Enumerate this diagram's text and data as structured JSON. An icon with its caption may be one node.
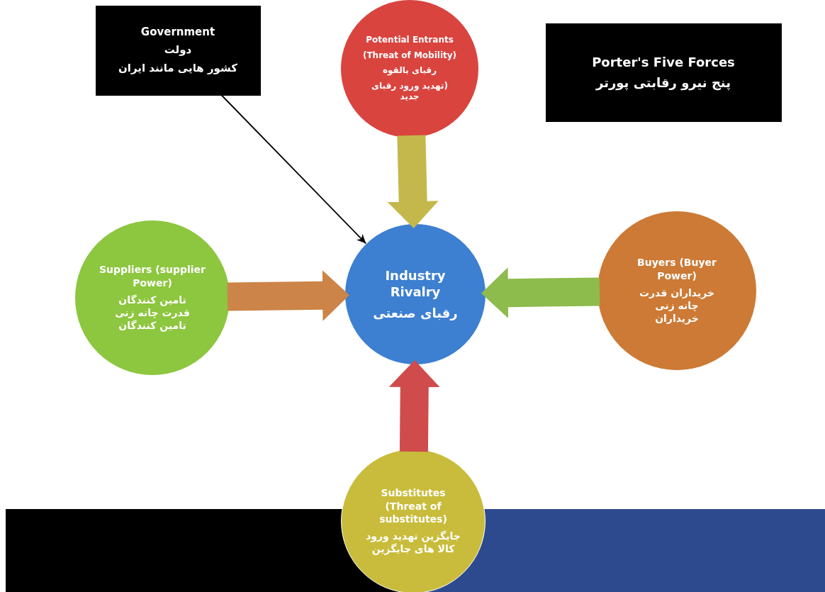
{
  "diagram": {
    "nodes": [
      {
        "text": [
          "Government",
          "دولت",
          "کشور هایی مانند ایران"
        ]
      },
      {
        "text": [
          "Potential Entrants",
          "(Threat of Mobility)",
          "رقبای بالقوه",
          "(تهدید ورود رقبای جدید"
        ]
      },
      {
        "text": [
          "Porter's Five Forces",
          "پنج نیرو رقابتی پورتر"
        ]
      },
      {
        "text": [
          "Suppliers (supplier Power)",
          "تامین کنندگان قدرت چانه زنی تامین کنندگان"
        ]
      },
      {
        "text": [
          "Industry Rivalry",
          "رقبای صنعتی"
        ]
      },
      {
        "text": [
          "Buyers (Buyer Power)",
          "خریداران قدرت چانه زنی خریداران"
        ]
      },
      {
        "text": [
          "Substitutes (Threat of substitutes)",
          "جایگزین تهدید ورود کالا های جایگزین"
        ]
      }
    ],
    "edges": [
      {
        "from": 0,
        "to": 4,
        "arrow": "to",
        "color": "#000000"
      },
      {
        "from": 1,
        "to": 4,
        "arrow": "to",
        "color": "#c4b84c"
      },
      {
        "from": 3,
        "to": 4,
        "arrow": "to",
        "color": "#cc8448"
      },
      {
        "from": 5,
        "to": 4,
        "arrow": "to",
        "color": "#8dbb4c"
      },
      {
        "from": 6,
        "to": 4,
        "arrow": "to",
        "color": "#d04c4c"
      }
    ]
  }
}
